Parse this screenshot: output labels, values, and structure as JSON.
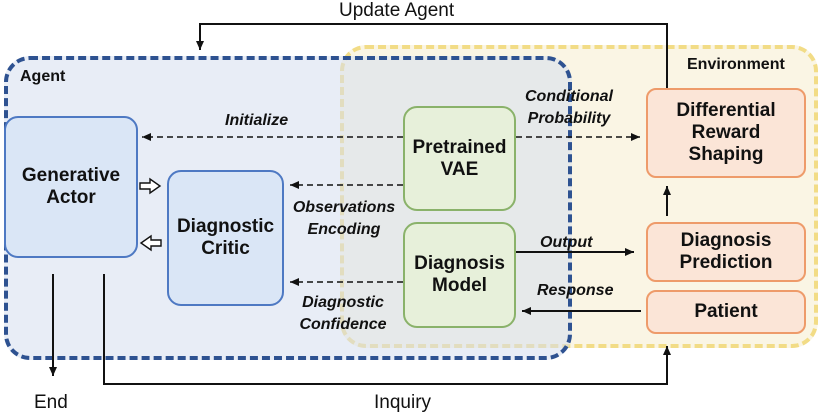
{
  "top_label": "Update Agent",
  "regions": {
    "agent": "Agent",
    "environment": "Environment"
  },
  "nodes": {
    "generative_actor": "Generative Actor",
    "diagnostic_critic": "Diagnostic Critic",
    "pretrained_vae": "Pretrained VAE",
    "diagnosis_model": "Diagnosis Model",
    "reward_shaping": "Differential Reward Shaping",
    "diagnosis_prediction": "Diagnosis Prediction",
    "patient": "Patient"
  },
  "edge_labels": {
    "initialize": "Initialize",
    "conditional_probability": "Conditional Probability",
    "observations_encoding": "Observations Encoding",
    "output": "Output",
    "response": "Response",
    "diagnostic_confidence": "Diagnostic Confidence"
  },
  "bottom_labels": {
    "end": "End",
    "inquiry": "Inquiry"
  }
}
